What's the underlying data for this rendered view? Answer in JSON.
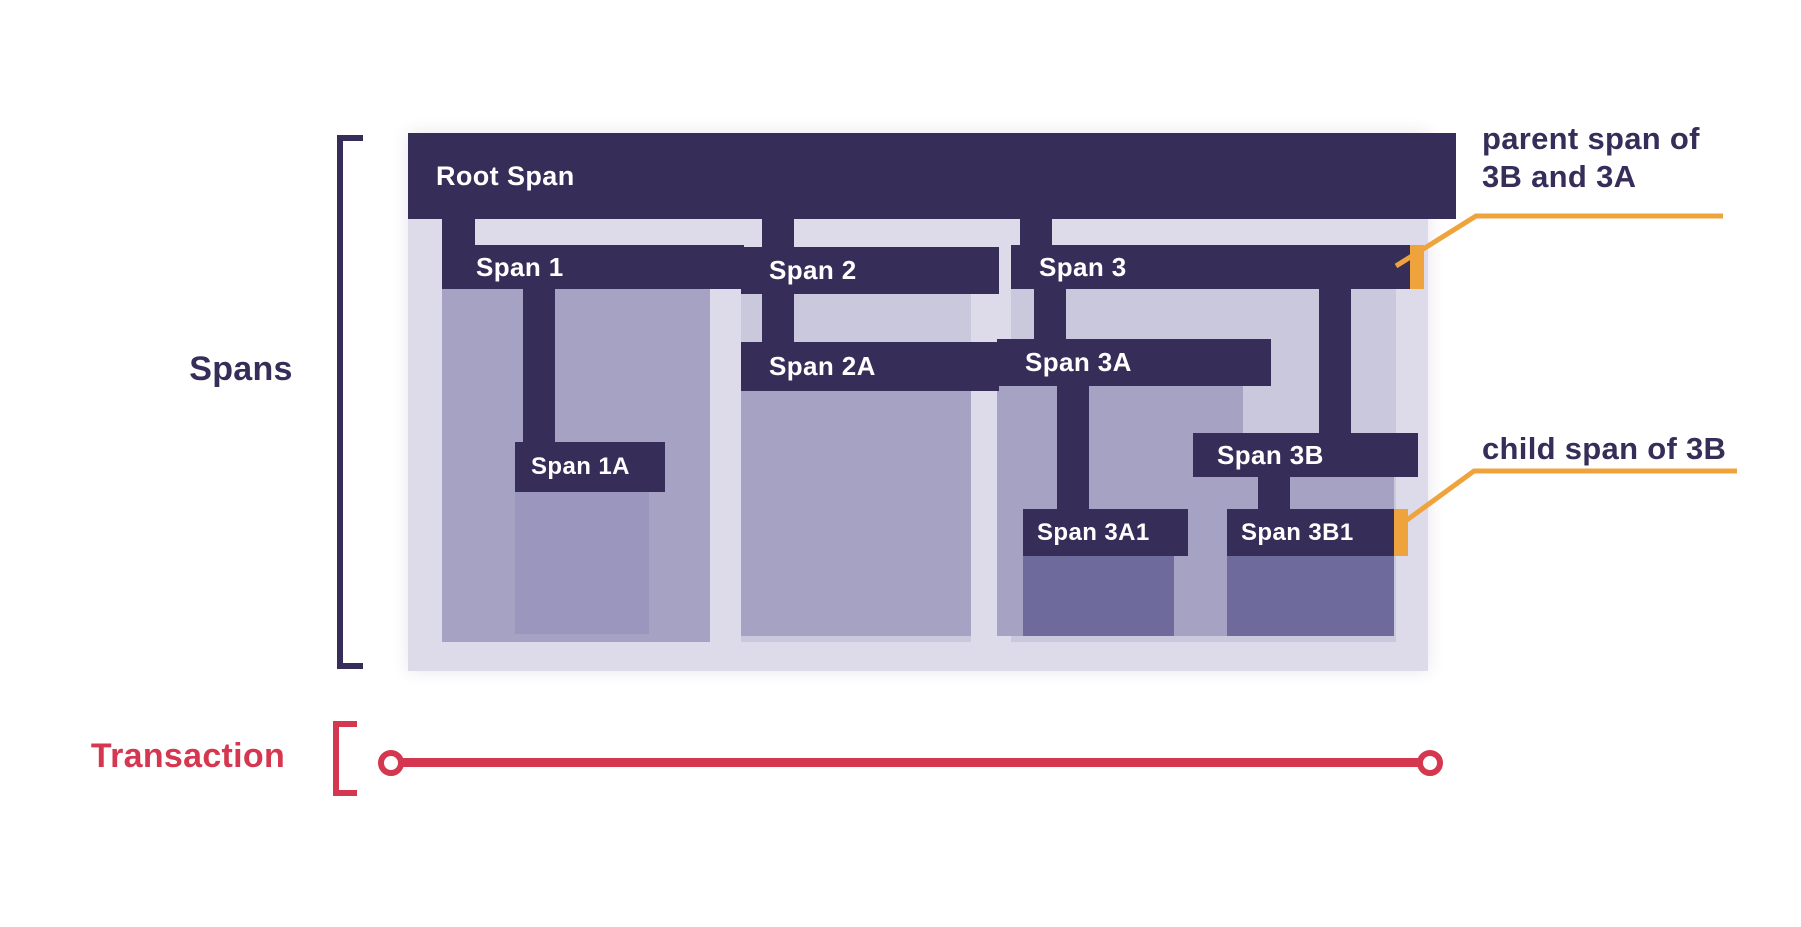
{
  "palette": {
    "dark_purple": "#362d59",
    "panel_bg": "#dddbe9",
    "extent_light": "#cac8dc",
    "extent_medium": "#a6a2c4",
    "extent_medium_dark": "#9a96bd",
    "extent_dark": "#6e6a9b",
    "transaction_red": "#d63750",
    "annotation_amber": "#efa33d"
  },
  "labels": {
    "spans": "Spans",
    "transaction": "Transaction"
  },
  "spans": {
    "root": "Root Span",
    "span1": "Span 1",
    "span1a": "Span 1A",
    "span2": "Span 2",
    "span2a": "Span 2A",
    "span3": "Span 3",
    "span3a": "Span 3A",
    "span3a1": "Span 3A1",
    "span3b": "Span 3B",
    "span3b1": "Span 3B1"
  },
  "annotations": {
    "parent_line1": "parent span of",
    "parent_line2": "3B and 3A",
    "child": "child span of 3B"
  }
}
